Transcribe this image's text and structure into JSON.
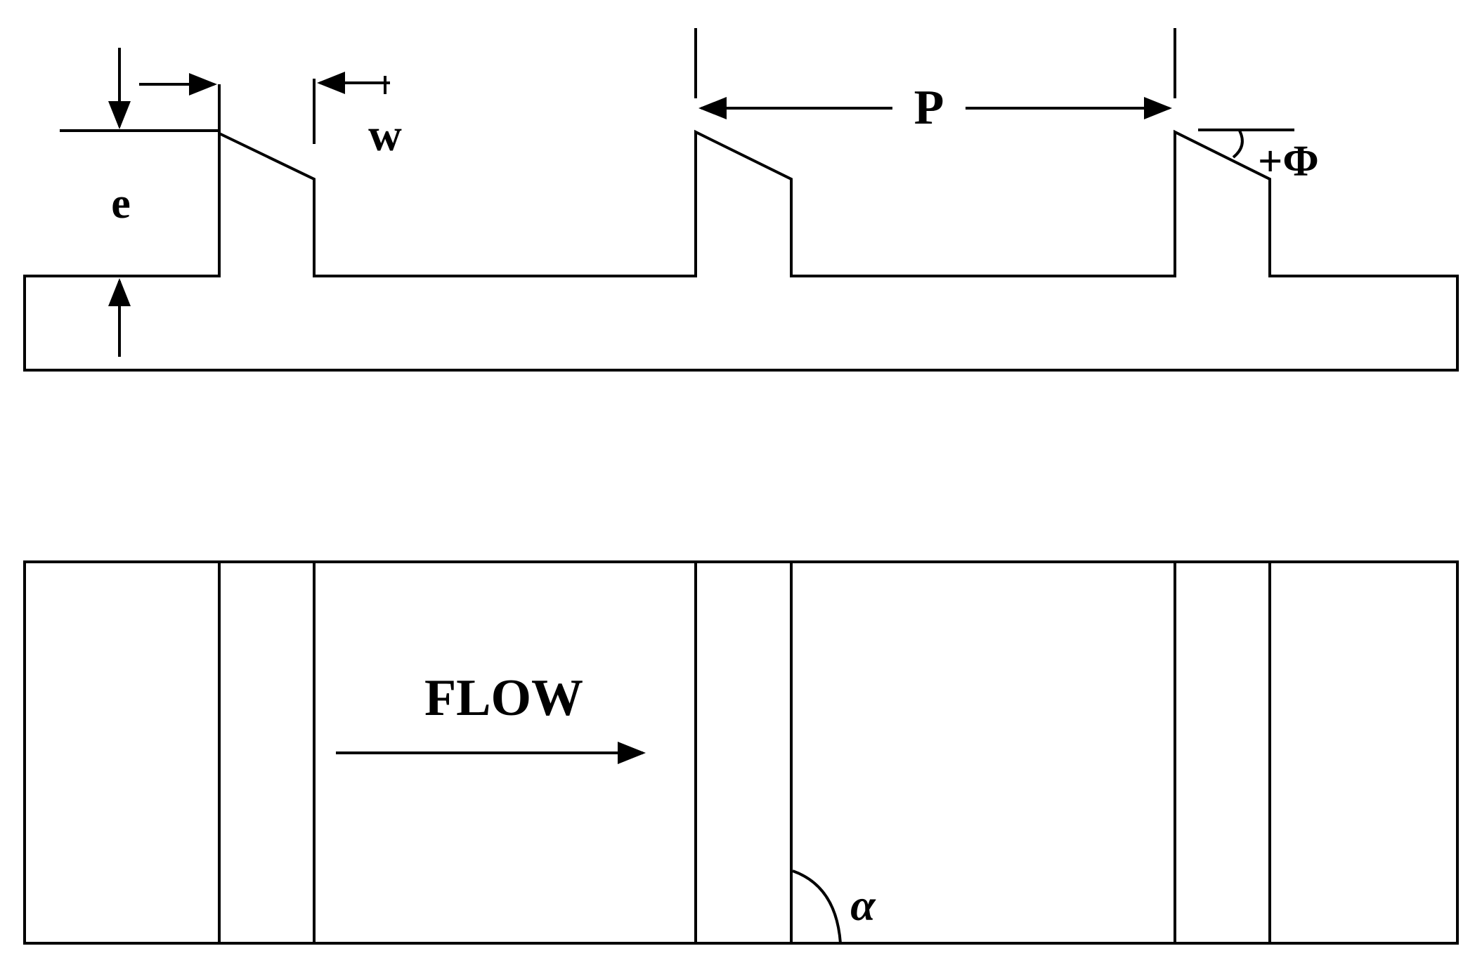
{
  "labels": {
    "e": "e",
    "w": "w",
    "P": "P",
    "phi": "+Φ",
    "flow": "FLOW",
    "alpha": "α"
  },
  "colors": {
    "stroke": "#000000",
    "background": "#ffffff"
  }
}
